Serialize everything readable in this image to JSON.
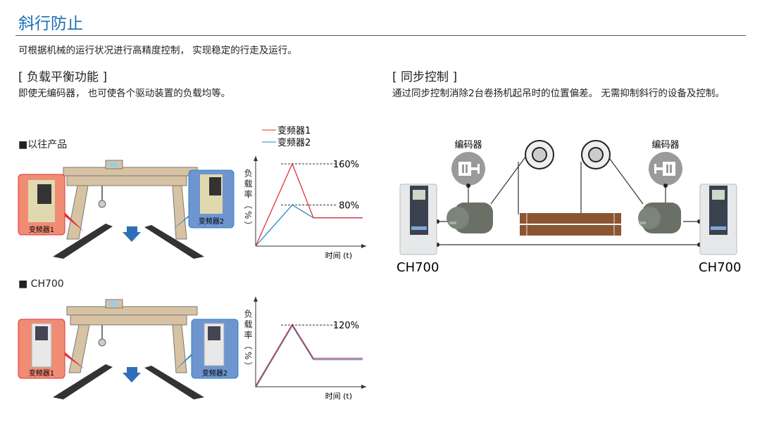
{
  "title": "斜行防止",
  "intro": "可根据机械的运行状况进行高精度控制， 实现稳定的行走及运行。",
  "left": {
    "heading": "[ 负载平衡功能 ]",
    "desc": "即使无编码器， 也可使各个驱动装置的负载均等。",
    "old_label": "■以往产品",
    "new_label": "■ CH700",
    "inverter1": "变频器1",
    "inverter2": "变频器2",
    "ylabel_chars": [
      "负",
      "载",
      "率",
      "（",
      "%",
      "）"
    ],
    "xlabel": "时间 (t)"
  },
  "right": {
    "heading": "[ 同步控制 ]",
    "desc": "通过同步控制消除2台卷扬机起吊时的位置偏差。 无需抑制斜行的设备及控制。",
    "encoder": "编码器",
    "device_left": "CH700",
    "device_right": "CH700"
  },
  "colors": {
    "accent": "#1a6fb5",
    "series1": "#e0323c",
    "series2": "#2b86c5",
    "inv1_bubble": "#f08c74",
    "inv2_bubble": "#6e95cf"
  },
  "chart_data": [
    {
      "type": "line",
      "title": "以往产品",
      "xlabel": "时间 (t)",
      "ylabel": "负载率（%）",
      "legend": [
        "变频器1",
        "变频器2"
      ],
      "legend_position": "top",
      "x": [
        0,
        1,
        1.6,
        3
      ],
      "series": [
        {
          "name": "变频器1",
          "values": [
            0,
            160,
            55,
            55
          ]
        },
        {
          "name": "变频器2",
          "values": [
            0,
            80,
            55,
            55
          ]
        }
      ],
      "annotations": [
        "160%",
        "80%"
      ],
      "ylim": [
        0,
        175
      ]
    },
    {
      "type": "line",
      "title": "CH700",
      "xlabel": "时间 (t)",
      "ylabel": "负载率（%）",
      "x": [
        0,
        1,
        1.6,
        3
      ],
      "series": [
        {
          "name": "变频器1",
          "values": [
            0,
            120,
            54,
            54
          ]
        },
        {
          "name": "变频器2",
          "values": [
            0,
            120,
            54,
            54
          ]
        }
      ],
      "annotations": [
        "120%"
      ],
      "ylim": [
        0,
        175
      ]
    }
  ]
}
